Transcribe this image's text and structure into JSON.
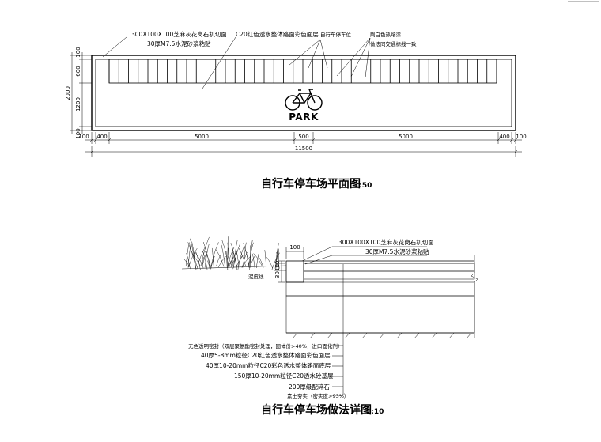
{
  "plan": {
    "title": "自行车停车场平面图",
    "scale": "1:50",
    "annotations": {
      "stone_edge": "300X100X100芝麻灰花岗石机切面",
      "mortar": "30厚M7.5水泥砂浆粘贴",
      "paving": "C20红色透水整体路面彩色面层",
      "bike_space": "自行车停车位",
      "marking_1": "刷白色热熔漆",
      "marking_2": "做法同交通标线一致"
    },
    "park_label": "PARK",
    "dims_bottom": [
      "100",
      "400",
      "5000",
      "500",
      "5000",
      "400",
      "100"
    ],
    "dim_total": "11500",
    "dims_left": [
      "100",
      "600",
      "1200",
      "100"
    ],
    "dim_left_total": "2000"
  },
  "section": {
    "title": "自行车停车场做法详图",
    "scale": "1:10",
    "top_dim": "100",
    "curb_dims": [
      "30",
      "100"
    ],
    "annotations": {
      "stone": "300X100X100芝麻灰花岗石机切面",
      "mortar": "30厚M7.5水泥砂浆粘贴",
      "soil_line": "泥皮线"
    },
    "layers": [
      "无色透明密封（双层聚氨酯密封处理，固体份>40%，进口面化剂）",
      "40厚5-8mm粒径C20红色透水整体路面彩色面层",
      "40厚10-20mm粒径C20彩色透水整体路面底层",
      "150厚10-20mm粒径C20透水砼基层",
      "200厚级配碎石",
      "素土夯实（密实度>93%）"
    ]
  }
}
